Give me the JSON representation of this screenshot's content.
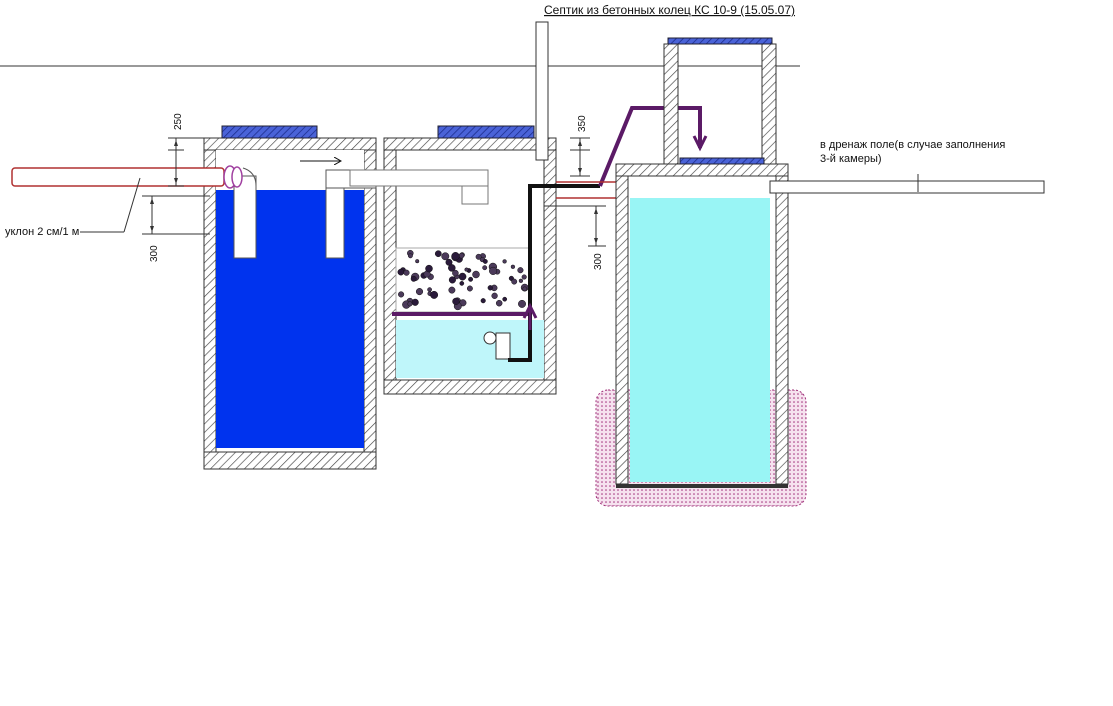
{
  "title": "Септик из бетонных колец КС 10-9 (15.05.07)",
  "dimensions": {
    "top_left": "250",
    "left": "300",
    "right_top": "350",
    "right": "300"
  },
  "labels": {
    "slope": "уклон 2 см/1 м",
    "drain_line1": "в дренаж поле(в случае заполнения",
    "drain_line2": "3-й камеры)"
  },
  "colors": {
    "chamber1_water": "#0033ee",
    "chamber2_water": "#bff6fa",
    "chamber3_water": "#99f5f5",
    "lid": "#4a63d8",
    "outlet_pipe": "#b03030",
    "overflow_pipe": "#5b1a66",
    "gravel_pit": "#f2d9ea"
  }
}
